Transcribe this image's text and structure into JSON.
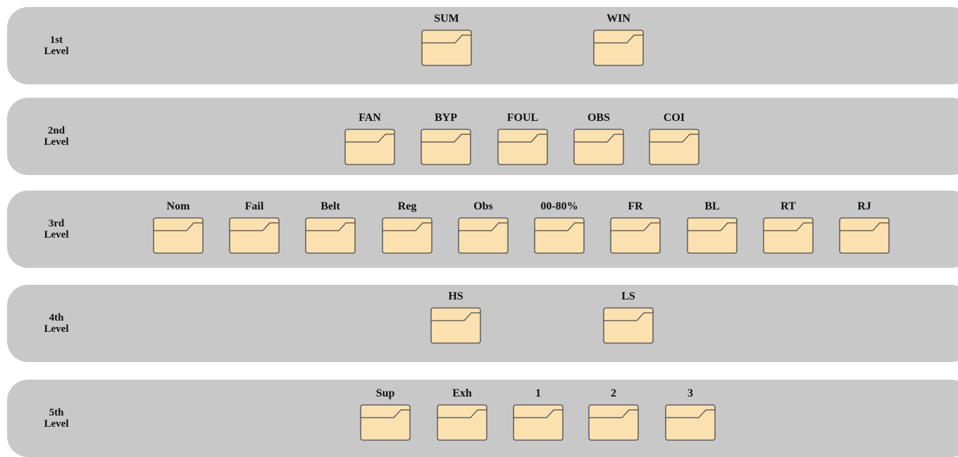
{
  "levels": [
    {
      "id": "level1",
      "label_line1": "1st",
      "label_line2": "Level",
      "nodes": [
        "SUM",
        "WIN"
      ]
    },
    {
      "id": "level2",
      "label_line1": "2nd",
      "label_line2": "Level",
      "nodes": [
        "FAN",
        "BYP",
        "FOUL",
        "OBS",
        "COI"
      ]
    },
    {
      "id": "level3",
      "label_line1": "3rd",
      "label_line2": "Level",
      "nodes": [
        "Nom",
        "Fail",
        "Belt",
        "Reg",
        "Obs",
        "00-80%",
        "FR",
        "BL",
        "RT",
        "RJ"
      ]
    },
    {
      "id": "level4",
      "label_line1": "4th",
      "label_line2": "Level",
      "nodes": [
        "HS",
        "LS"
      ]
    },
    {
      "id": "level5",
      "label_line1": "5th",
      "label_line2": "Level",
      "nodes": [
        "Sup",
        "Exh",
        "1",
        "2",
        "3"
      ]
    }
  ],
  "colors": {
    "band": "#c8c8c8",
    "folder_fill": "#fbe0b0",
    "folder_stroke": "#4a4a4a"
  },
  "icons": {
    "node_icon": "folder-tab-icon"
  }
}
